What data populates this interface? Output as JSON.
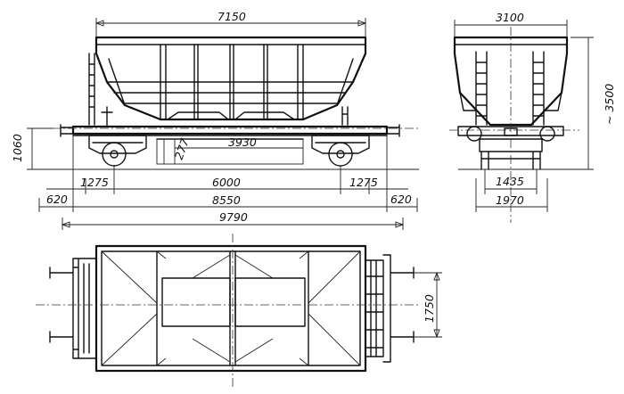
{
  "dimensions": {
    "top_length": "7150",
    "inner_length": "3930",
    "inner_height": "277",
    "height_1060": "1060",
    "wheelbase_left": "1275",
    "bogie_centers": "6000",
    "wheelbase_right": "1275",
    "overhang_left": "620",
    "frame_length": "8550",
    "overhang_right": "620",
    "overall_length": "9790",
    "end_top_width": "3100",
    "end_height": "~ 3500",
    "track_gauge": "1435",
    "end_base_width": "1970",
    "plan_width": "1750"
  }
}
